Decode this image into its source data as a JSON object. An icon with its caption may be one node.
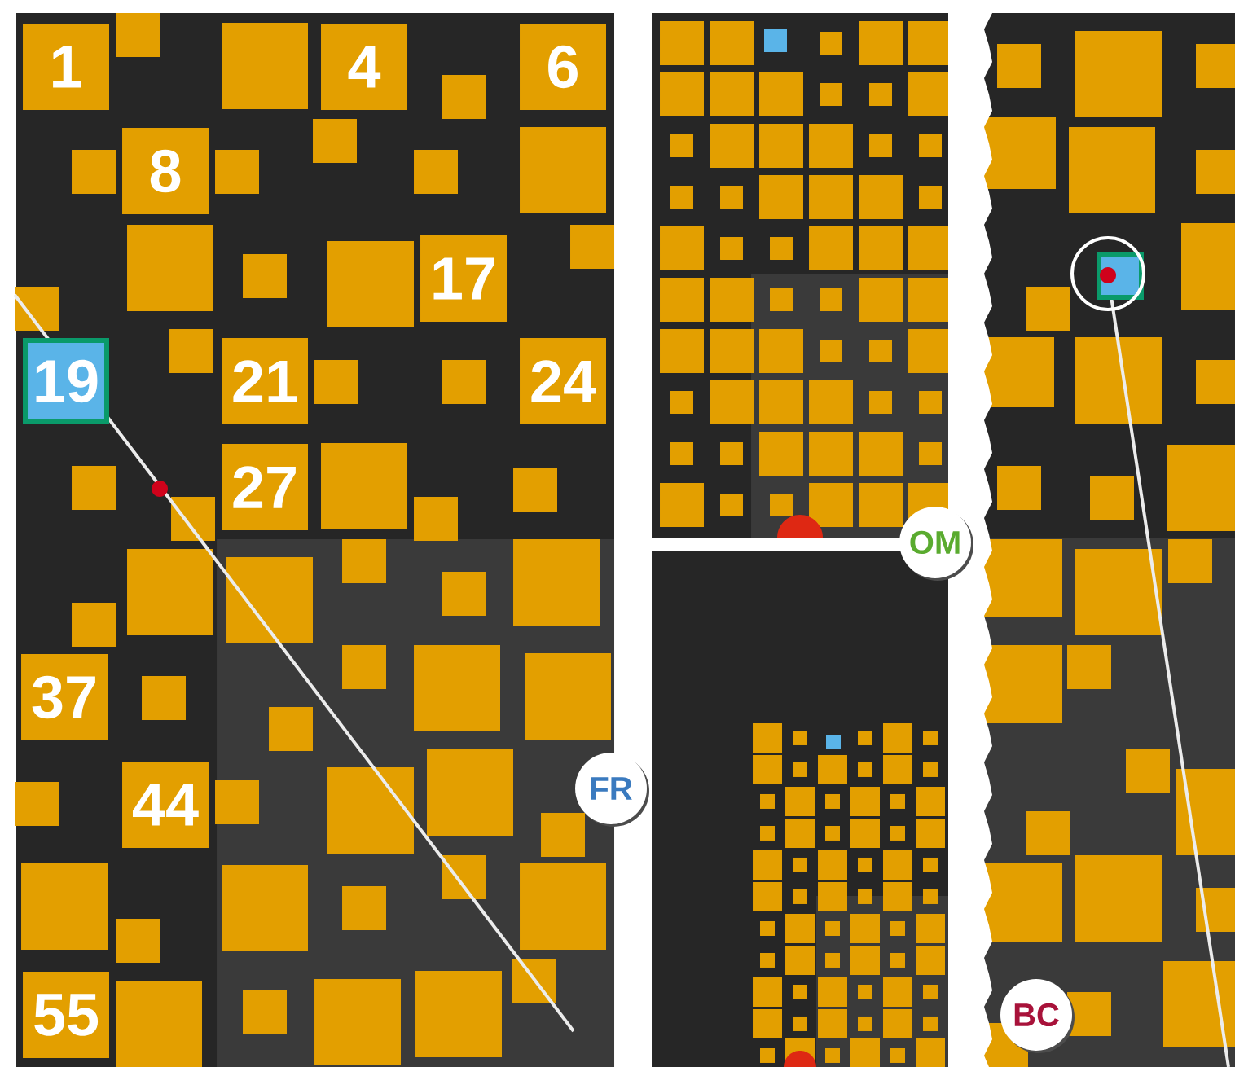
{
  "diagram": {
    "nodes": [
      {
        "text": [
          "1"
        ]
      },
      {
        "text": [
          "4"
        ]
      },
      {
        "text": [
          "6"
        ]
      },
      {
        "text": [
          "8"
        ]
      },
      {
        "text": [
          "17"
        ]
      },
      {
        "text": [
          "19"
        ]
      },
      {
        "text": [
          "21"
        ]
      },
      {
        "text": [
          "24"
        ]
      },
      {
        "text": [
          "27"
        ]
      },
      {
        "text": [
          "37"
        ]
      },
      {
        "text": [
          "44"
        ]
      },
      {
        "text": [
          "55"
        ]
      },
      {
        "text": [
          "FR"
        ]
      },
      {
        "text": [
          "OM"
        ]
      },
      {
        "text": [
          "BC"
        ]
      }
    ]
  }
}
